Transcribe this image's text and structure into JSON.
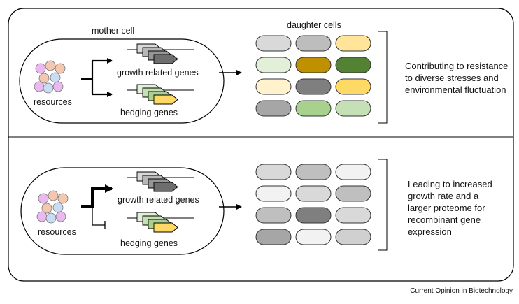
{
  "credit": "Current Opinion in Biotechnology",
  "top": {
    "mother_cell_label": "mother cell",
    "daughter_cells_label": "daughter cells",
    "resources_label": "resources",
    "growth_genes_label": "growth related genes",
    "hedging_genes_label": "hedging genes",
    "description_lines": [
      "Contributing to resistance",
      "to diverse stresses and",
      "environmental fluctuation"
    ],
    "growth_arrow": "normal",
    "hedging_arrow": "normal",
    "daughter_colors": [
      [
        "#d9d9d9",
        "#bdbdbd",
        "#ffe49a"
      ],
      [
        "#e2efd9",
        "#bf9000",
        "#548235"
      ],
      [
        "#fff2cc",
        "#7f7f7f",
        "#ffd966"
      ],
      [
        "#a6a6a6",
        "#a9d18e",
        "#c5e0b4"
      ]
    ]
  },
  "bottom": {
    "resources_label": "resources",
    "growth_genes_label": "growth related genes",
    "hedging_genes_label": "hedging genes",
    "description_lines": [
      "Leading to increased",
      "growth rate and a",
      "larger proteome for",
      "recombinant gene",
      "expression"
    ],
    "growth_arrow": "thick",
    "hedging_arrow": "repressed",
    "daughter_colors": [
      [
        "#d9d9d9",
        "#bfbfbf",
        "#f2f2f2"
      ],
      [
        "#f2f2f2",
        "#d9d9d9",
        "#bfbfbf"
      ],
      [
        "#bfbfbf",
        "#7f7f7f",
        "#d9d9d9"
      ],
      [
        "#a6a6a6",
        "#f2f2f2",
        "#d0d0d0"
      ]
    ]
  },
  "colors": {
    "resource_pink": "#f4c7b0",
    "resource_violet": "#e9b9f0",
    "resource_blue": "#c9dcf5",
    "gene_grey": [
      "#d9d9d9",
      "#b7b7b7",
      "#969696",
      "#6e6e6e"
    ],
    "gene_green": [
      "#e2efd9",
      "#c5e0b4",
      "#a9d18e",
      "#ffd966"
    ]
  }
}
